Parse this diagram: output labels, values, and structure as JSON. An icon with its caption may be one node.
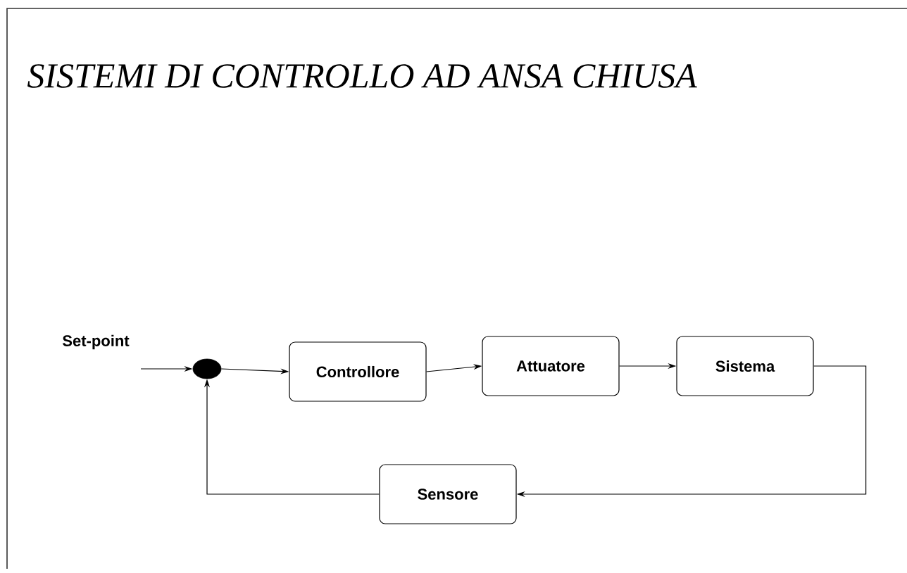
{
  "diagram": {
    "title": "SISTEMI DI CONTROLLO AD ANSA CHIUSA",
    "nodes": [
      {
        "text": [],
        "shape": "circle"
      },
      {
        "text": [
          "Controllore"
        ]
      },
      {
        "text": [
          "Attuatore"
        ]
      },
      {
        "text": [
          "Sistema"
        ]
      },
      {
        "text": [
          "Sensore"
        ]
      }
    ],
    "edges": [
      {
        "from": null,
        "to": 0,
        "arrow": "to",
        "label": "Set-point"
      },
      {
        "from": 0,
        "to": 1,
        "arrow": "to"
      },
      {
        "from": 1,
        "to": 2,
        "arrow": "to"
      },
      {
        "from": 2,
        "to": 3,
        "arrow": "to"
      },
      {
        "from": 3,
        "to": 4,
        "arrow": "to"
      },
      {
        "from": 4,
        "to": 0,
        "arrow": "to"
      }
    ]
  }
}
